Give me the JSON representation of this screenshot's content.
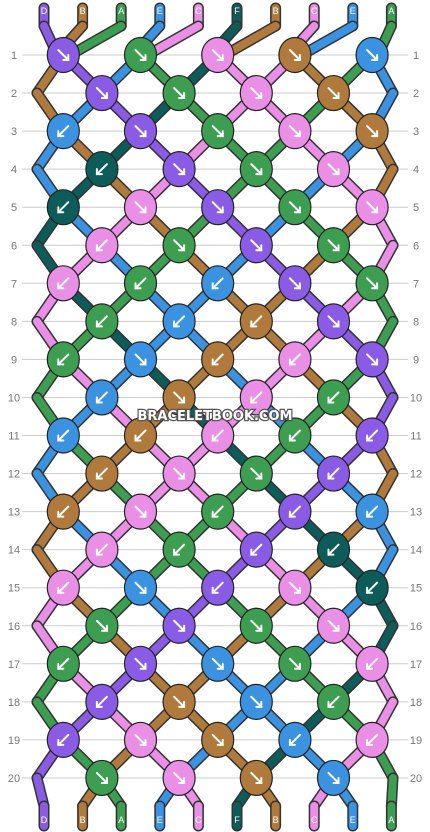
{
  "colors": {
    "D": "#8a5ce6",
    "B": "#b07a3c",
    "A": "#3d9e52",
    "E": "#3a92e0",
    "C": "#e98fe6",
    "F": "#0d5c5a"
  },
  "strands_top": [
    "D",
    "B",
    "A",
    "E",
    "C",
    "F",
    "B",
    "C",
    "E",
    "A"
  ],
  "strands_bottom": [
    "D",
    "B",
    "A",
    "E",
    "C",
    "F",
    "B",
    "C",
    "E",
    "A"
  ],
  "row_labels": [
    "1",
    "2",
    "3",
    "4",
    "5",
    "6",
    "7",
    "8",
    "9",
    "10",
    "11",
    "12",
    "13",
    "14",
    "15",
    "16",
    "17",
    "18",
    "19",
    "20"
  ],
  "watermark": "BRACELETBOOK.COM",
  "rows": [
    [
      {
        "c": "D",
        "d": "R"
      },
      {
        "c": "A",
        "d": "R"
      },
      {
        "c": "C",
        "d": "R"
      },
      {
        "c": "B",
        "d": "R"
      },
      {
        "c": "E",
        "d": "R"
      }
    ],
    [
      {
        "c": "D",
        "d": "R"
      },
      {
        "c": "A",
        "d": "R"
      },
      {
        "c": "C",
        "d": "R"
      },
      {
        "c": "B",
        "d": "R"
      }
    ],
    [
      {
        "c": "E",
        "d": "L"
      },
      {
        "c": "D",
        "d": "R"
      },
      {
        "c": "A",
        "d": "R"
      },
      {
        "c": "C",
        "d": "R"
      },
      {
        "c": "B",
        "d": "R"
      }
    ],
    [
      {
        "c": "F",
        "d": "L"
      },
      {
        "c": "D",
        "d": "R"
      },
      {
        "c": "A",
        "d": "R"
      },
      {
        "c": "C",
        "d": "R"
      }
    ],
    [
      {
        "c": "F",
        "d": "L"
      },
      {
        "c": "C",
        "d": "R"
      },
      {
        "c": "D",
        "d": "R"
      },
      {
        "c": "A",
        "d": "R"
      },
      {
        "c": "C",
        "d": "R"
      }
    ],
    [
      {
        "c": "C",
        "d": "L"
      },
      {
        "c": "A",
        "d": "R"
      },
      {
        "c": "D",
        "d": "R"
      },
      {
        "c": "A",
        "d": "R"
      }
    ],
    [
      {
        "c": "C",
        "d": "L"
      },
      {
        "c": "A",
        "d": "L"
      },
      {
        "c": "E",
        "d": "L"
      },
      {
        "c": "D",
        "d": "R"
      },
      {
        "c": "A",
        "d": "R"
      }
    ],
    [
      {
        "c": "A",
        "d": "L"
      },
      {
        "c": "E",
        "d": "L"
      },
      {
        "c": "B",
        "d": "L"
      },
      {
        "c": "D",
        "d": "R"
      }
    ],
    [
      {
        "c": "A",
        "d": "L"
      },
      {
        "c": "E",
        "d": "R"
      },
      {
        "c": "B",
        "d": "L"
      },
      {
        "c": "C",
        "d": "L"
      },
      {
        "c": "D",
        "d": "R"
      }
    ],
    [
      {
        "c": "E",
        "d": "L"
      },
      {
        "c": "B",
        "d": "R"
      },
      {
        "c": "C",
        "d": "L"
      },
      {
        "c": "A",
        "d": "L"
      }
    ],
    [
      {
        "c": "E",
        "d": "L"
      },
      {
        "c": "B",
        "d": "L"
      },
      {
        "c": "C",
        "d": "L"
      },
      {
        "c": "A",
        "d": "L"
      },
      {
        "c": "D",
        "d": "L"
      }
    ],
    [
      {
        "c": "B",
        "d": "L"
      },
      {
        "c": "C",
        "d": "R"
      },
      {
        "c": "A",
        "d": "R"
      },
      {
        "c": "D",
        "d": "L"
      }
    ],
    [
      {
        "c": "B",
        "d": "L"
      },
      {
        "c": "C",
        "d": "R"
      },
      {
        "c": "A",
        "d": "L"
      },
      {
        "c": "D",
        "d": "L"
      },
      {
        "c": "E",
        "d": "L"
      }
    ],
    [
      {
        "c": "C",
        "d": "L"
      },
      {
        "c": "A",
        "d": "L"
      },
      {
        "c": "D",
        "d": "L"
      },
      {
        "c": "F",
        "d": "L"
      }
    ],
    [
      {
        "c": "C",
        "d": "L"
      },
      {
        "c": "E",
        "d": "R"
      },
      {
        "c": "D",
        "d": "L"
      },
      {
        "c": "C",
        "d": "R"
      },
      {
        "c": "F",
        "d": "L"
      }
    ],
    [
      {
        "c": "A",
        "d": "R"
      },
      {
        "c": "D",
        "d": "R"
      },
      {
        "c": "A",
        "d": "R"
      },
      {
        "c": "C",
        "d": "R"
      }
    ],
    [
      {
        "c": "A",
        "d": "L"
      },
      {
        "c": "D",
        "d": "R"
      },
      {
        "c": "E",
        "d": "R"
      },
      {
        "c": "A",
        "d": "R"
      },
      {
        "c": "C",
        "d": "L"
      }
    ],
    [
      {
        "c": "D",
        "d": "L"
      },
      {
        "c": "B",
        "d": "R"
      },
      {
        "c": "E",
        "d": "R"
      },
      {
        "c": "A",
        "d": "L"
      }
    ],
    [
      {
        "c": "D",
        "d": "L"
      },
      {
        "c": "C",
        "d": "R"
      },
      {
        "c": "B",
        "d": "R"
      },
      {
        "c": "E",
        "d": "L"
      },
      {
        "c": "C",
        "d": "L"
      }
    ],
    [
      {
        "c": "A",
        "d": "R"
      },
      {
        "c": "C",
        "d": "R"
      },
      {
        "c": "B",
        "d": "R"
      },
      {
        "c": "E",
        "d": "R"
      }
    ]
  ]
}
